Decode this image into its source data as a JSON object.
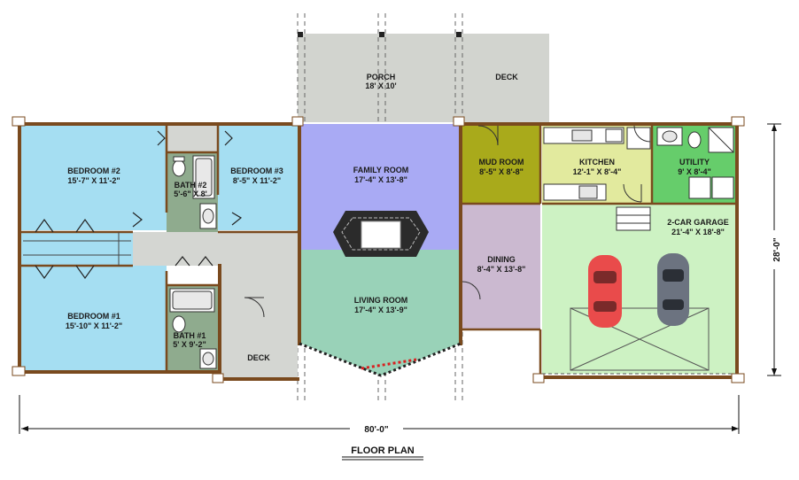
{
  "title": "FLOOR PLAN",
  "overall_width": "80'-0\"",
  "overall_depth": "28'-0\"",
  "colors": {
    "bedroom": "#a5def2",
    "bath": "#8fab8e",
    "hall": "#d4d6d2",
    "family": "#a9aaf4",
    "living": "#99d2b8",
    "porch": "#d2d4cf",
    "mud": "#a9aa1b",
    "kitchen": "#e2ea9e",
    "utility": "#66cd6b",
    "dining": "#cbb9d0",
    "garage": "#cdf2c3",
    "wall": "#7a4a1e",
    "fireplace": "#2b2b2b",
    "car_red": "#e94b4b",
    "car_grey": "#6c7380"
  },
  "rooms": {
    "bedroom2": {
      "name": "BEDROOM #2",
      "size": "15'-7\" X 11'-2\""
    },
    "bath2": {
      "name": "BATH #2",
      "size": "5'-6\" X 8'"
    },
    "bedroom3": {
      "name": "BEDROOM #3",
      "size": "8'-5\" X 11'-2\""
    },
    "bedroom1": {
      "name": "BEDROOM #1",
      "size": "15'-10\" X 11'-2\""
    },
    "bath1": {
      "name": "BATH #1",
      "size": "5' X 9'-2\""
    },
    "deck_left": {
      "name": "DECK"
    },
    "porch": {
      "name": "PORCH",
      "size": "18' X 10'"
    },
    "deck_top": {
      "name": "DECK"
    },
    "family": {
      "name": "FAMILY ROOM",
      "size": "17'-4\" X 13'-8\""
    },
    "living": {
      "name": "LIVING ROOM",
      "size": "17'-4\" X 13'-9\""
    },
    "mud": {
      "name": "MUD ROOM",
      "size": "8'-5\" X 8'-8\""
    },
    "kitchen": {
      "name": "KITCHEN",
      "size": "12'-1\" X 8'-4\""
    },
    "utility": {
      "name": "UTILITY",
      "size": "9' X 8'-4\""
    },
    "dining": {
      "name": "DINING",
      "size": "8'-4\" X 13'-8\""
    },
    "garage": {
      "name": "2-CAR GARAGE",
      "size": "21'-4\" X 18'-8\""
    }
  }
}
